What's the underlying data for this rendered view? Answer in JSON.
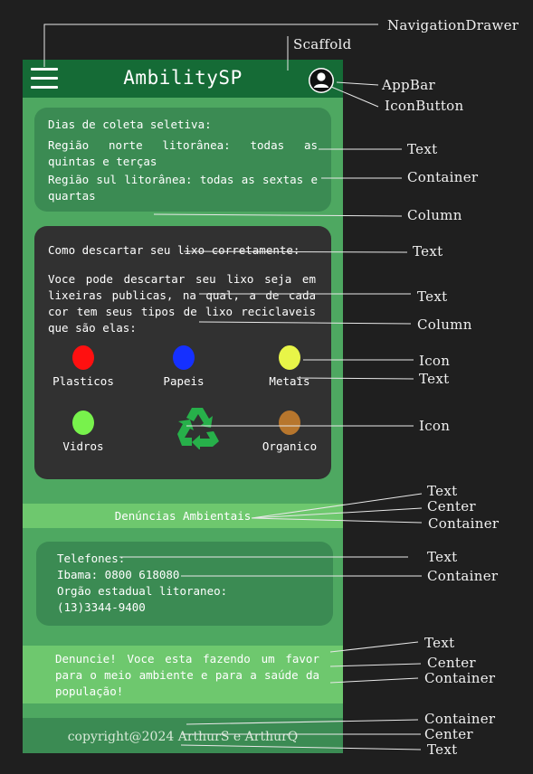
{
  "app": {
    "title": "AmbilitySP"
  },
  "collection": {
    "heading": "Dias de coleta seletiva:",
    "north": "Região norte litorânea: todas as quintas e terças",
    "south": "Região sul litorânea: todas as sextas e quartas"
  },
  "disposal": {
    "title": "Como descartar seu lixo corretamente:",
    "body": "Voce pode descartar seu lixo seja em lixeiras publicas, na qual, a de cada cor tem seus tipos de lixo reciclaveis que são elas:",
    "bins": [
      {
        "label": "Plasticos",
        "color": "#ff1010"
      },
      {
        "label": "Papeis",
        "color": "#1530ff"
      },
      {
        "label": "Metais",
        "color": "#e8f548"
      },
      {
        "label": "Vidros",
        "color": "#78f24c"
      },
      {
        "label": "Organico",
        "color": "#b7762d"
      }
    ],
    "recycle_icon": "recycle-icon"
  },
  "reports": {
    "heading": "Denúncias Ambientais",
    "phones_label": "Telefones:",
    "ibama": "Ibama: 0800 618080",
    "state_agency": "Orgão estadual litoraneo:",
    "state_phone": "(13)3344-9400",
    "invite": "Denuncie! Voce esta fazendo um favor para o meio ambiente e para a saúde da população!"
  },
  "footer": {
    "copyright": "copyright@2024 ArthurS e ArthurQ"
  },
  "annotations": {
    "navigation_drawer": "NavigationDrawer",
    "scaffold": "Scaffold",
    "appbar": "AppBar",
    "icon_button": "IconButton",
    "text_1": "Text",
    "container_1": "Container",
    "column_1": "Column",
    "text_2": "Text",
    "text_3": "Text",
    "column_2": "Column",
    "icon_1": "Icon",
    "text_4": "Text",
    "icon_2": "Icon",
    "text_5": "Text",
    "center_1": "Center",
    "container_2": "Container",
    "text_6": "Text",
    "container_3": "Container",
    "text_7": "Text",
    "center_2": "Center",
    "container_4": "Container",
    "container_5": "Container",
    "center_3": "Center",
    "text_8": "Text"
  },
  "colors": {
    "background": "#1f1f1f",
    "scaffold": "#4ea861",
    "appbar": "#156b36",
    "card_green": "#3b8b53",
    "card_dark": "#313131",
    "highlight_bar": "#6ec86e"
  }
}
